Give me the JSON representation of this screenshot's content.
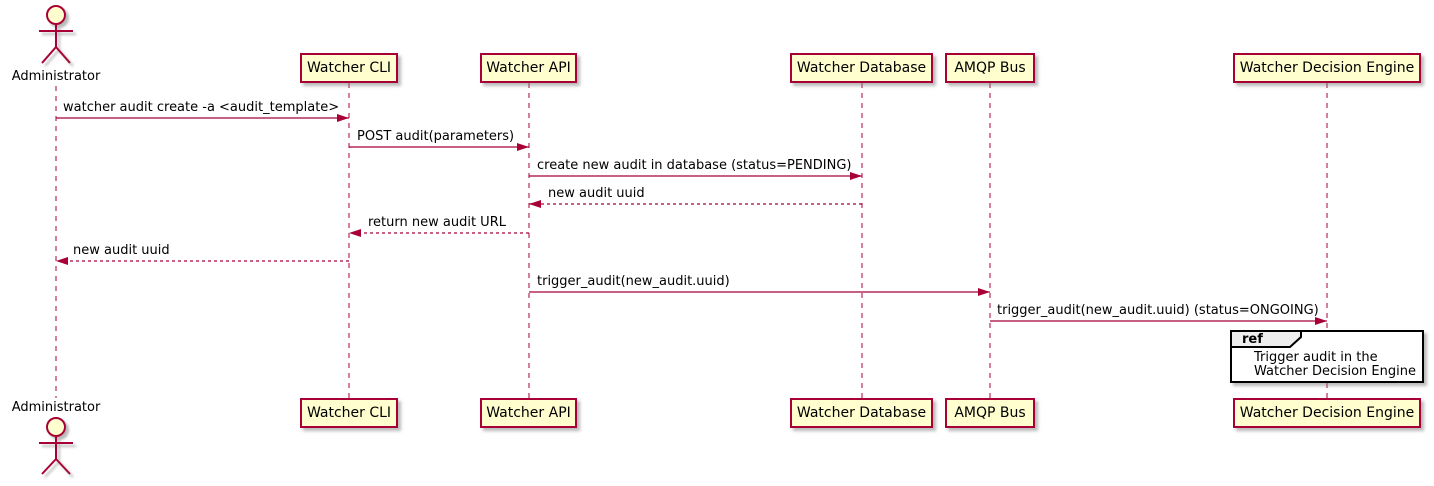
{
  "actor": {
    "name": "Administrator"
  },
  "participants": [
    {
      "label": "Watcher CLI"
    },
    {
      "label": "Watcher API"
    },
    {
      "label": "Watcher Database"
    },
    {
      "label": "AMQP Bus"
    },
    {
      "label": "Watcher Decision Engine"
    }
  ],
  "messages": [
    {
      "from": "Administrator",
      "to": "Watcher CLI",
      "line": "solid",
      "text": "watcher audit create -a <audit_template>"
    },
    {
      "from": "Watcher CLI",
      "to": "Watcher API",
      "line": "solid",
      "text": "POST audit(parameters)"
    },
    {
      "from": "Watcher API",
      "to": "Watcher Database",
      "line": "solid",
      "text": "create new audit in database (status=PENDING)"
    },
    {
      "from": "Watcher Database",
      "to": "Watcher API",
      "line": "dashed",
      "text": "new audit uuid"
    },
    {
      "from": "Watcher API",
      "to": "Watcher CLI",
      "line": "dashed",
      "text": "return new audit URL"
    },
    {
      "from": "Watcher CLI",
      "to": "Administrator",
      "line": "dashed",
      "text": "new audit uuid"
    },
    {
      "from": "Watcher API",
      "to": "AMQP Bus",
      "line": "solid",
      "text": "trigger_audit(new_audit.uuid)"
    },
    {
      "from": "AMQP Bus",
      "to": "Watcher Decision Engine",
      "line": "solid",
      "text": "trigger_audit(new_audit.uuid) (status=ONGOING)"
    }
  ],
  "ref": {
    "keyword": "ref",
    "lines": [
      "Trigger audit in the",
      "Watcher Decision Engine"
    ]
  },
  "colors": {
    "participant_fill": "#fefece",
    "stroke": "#a80036",
    "ref_header_fill": "#eeeeee",
    "ref_border": "#000000",
    "text": "#000000"
  }
}
